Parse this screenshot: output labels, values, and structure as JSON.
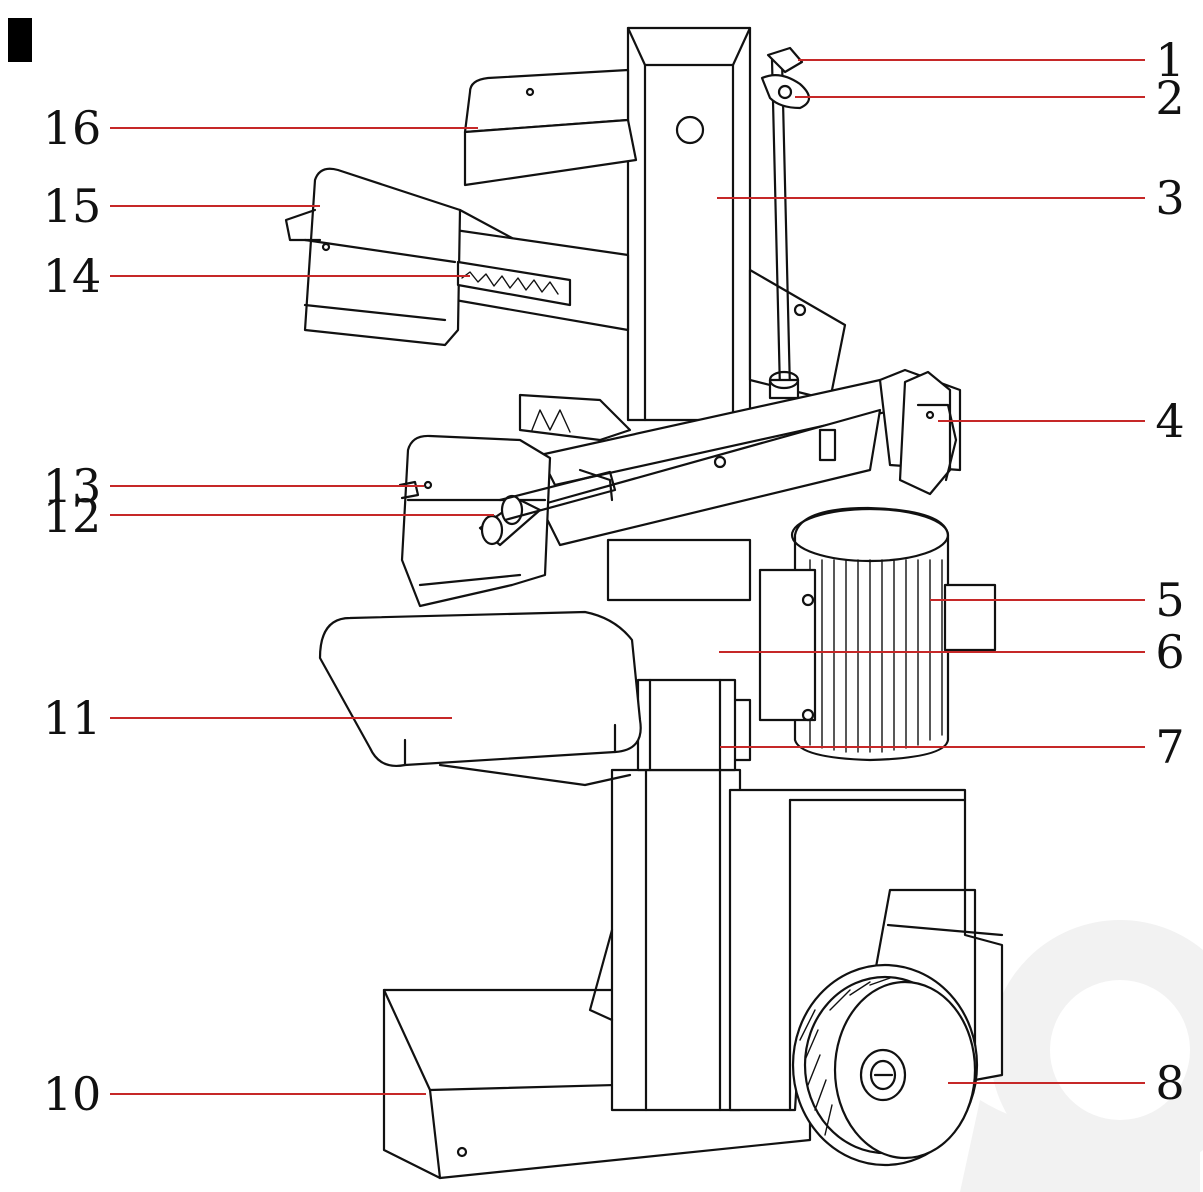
{
  "diagram": {
    "labels": [
      {
        "id": "1",
        "text": "1"
      },
      {
        "id": "2",
        "text": "2"
      },
      {
        "id": "3",
        "text": "3"
      },
      {
        "id": "4",
        "text": "4"
      },
      {
        "id": "5",
        "text": "5"
      },
      {
        "id": "6",
        "text": "6"
      },
      {
        "id": "7",
        "text": "7"
      },
      {
        "id": "8",
        "text": "8"
      },
      {
        "id": "10",
        "text": "10"
      },
      {
        "id": "11",
        "text": "11"
      },
      {
        "id": "12",
        "text": "12"
      },
      {
        "id": "13",
        "text": "13"
      },
      {
        "id": "14",
        "text": "14"
      },
      {
        "id": "15",
        "text": "15"
      },
      {
        "id": "16",
        "text": "16"
      }
    ]
  },
  "colors": {
    "leader": "#c62828",
    "outline": "#111111",
    "watermark": "#f2f2f2",
    "marker": "#000000"
  }
}
